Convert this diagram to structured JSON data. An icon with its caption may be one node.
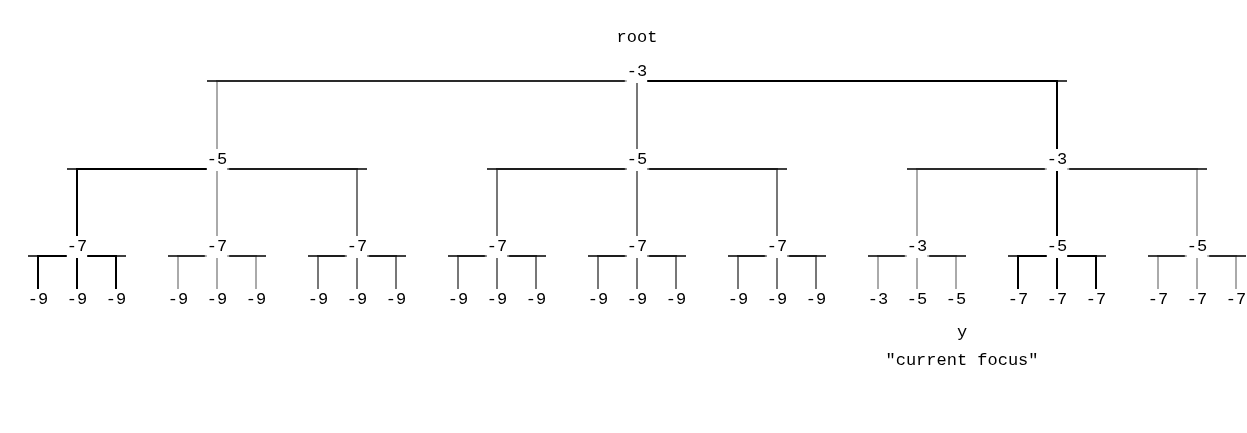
{
  "diagram": {
    "nodes": [
      {
        "text": [
          "root",
          "-3"
        ]
      },
      {
        "text": [
          "-5"
        ]
      },
      {
        "text": [
          "-5"
        ]
      },
      {
        "text": [
          "-3"
        ]
      },
      {
        "text": [
          "-7"
        ]
      },
      {
        "text": [
          "-7"
        ]
      },
      {
        "text": [
          "-7"
        ]
      },
      {
        "text": [
          "-7"
        ]
      },
      {
        "text": [
          "-7"
        ]
      },
      {
        "text": [
          "-7"
        ]
      },
      {
        "text": [
          "-3"
        ]
      },
      {
        "text": [
          "-5"
        ]
      },
      {
        "text": [
          "-5"
        ]
      },
      {
        "text": [
          "-9"
        ]
      },
      {
        "text": [
          "-9"
        ]
      },
      {
        "text": [
          "-9"
        ]
      },
      {
        "text": [
          "-9"
        ]
      },
      {
        "text": [
          "-9"
        ]
      },
      {
        "text": [
          "-9"
        ]
      },
      {
        "text": [
          "-9"
        ]
      },
      {
        "text": [
          "-9"
        ]
      },
      {
        "text": [
          "-9"
        ]
      },
      {
        "text": [
          "-9"
        ]
      },
      {
        "text": [
          "-9"
        ]
      },
      {
        "text": [
          "-9"
        ]
      },
      {
        "text": [
          "-9"
        ]
      },
      {
        "text": [
          "-9"
        ]
      },
      {
        "text": [
          "-9"
        ]
      },
      {
        "text": [
          "-9"
        ]
      },
      {
        "text": [
          "-9"
        ]
      },
      {
        "text": [
          "-9"
        ]
      },
      {
        "text": [
          "-3"
        ]
      },
      {
        "text": [
          "-5"
        ]
      },
      {
        "text": [
          "-5"
        ]
      },
      {
        "text": [
          "-7"
        ]
      },
      {
        "text": [
          "-7"
        ]
      },
      {
        "text": [
          "-7"
        ]
      },
      {
        "text": [
          "-7"
        ]
      },
      {
        "text": [
          "-7"
        ]
      },
      {
        "text": [
          "-7"
        ]
      }
    ],
    "edges": [
      {
        "from": 0,
        "to": 1,
        "arrow": "none",
        "color": "#aaaaaa"
      },
      {
        "from": 0,
        "to": 2,
        "arrow": "none"
      },
      {
        "from": 0,
        "to": 3,
        "arrow": "none",
        "color": "#000000"
      },
      {
        "from": 1,
        "to": 4,
        "arrow": "none",
        "color": "#000000"
      },
      {
        "from": 1,
        "to": 5,
        "arrow": "none",
        "color": "#aaaaaa"
      },
      {
        "from": 1,
        "to": 6,
        "arrow": "none"
      },
      {
        "from": 2,
        "to": 7,
        "arrow": "none"
      },
      {
        "from": 2,
        "to": 8,
        "arrow": "none"
      },
      {
        "from": 2,
        "to": 9,
        "arrow": "none"
      },
      {
        "from": 3,
        "to": 10,
        "arrow": "none",
        "color": "#aaaaaa"
      },
      {
        "from": 3,
        "to": 11,
        "arrow": "none",
        "color": "#000000"
      },
      {
        "from": 3,
        "to": 12,
        "arrow": "none",
        "color": "#aaaaaa"
      },
      {
        "from": 4,
        "to": 13,
        "arrow": "none",
        "color": "#000000"
      },
      {
        "from": 4,
        "to": 14,
        "arrow": "none",
        "color": "#000000"
      },
      {
        "from": 4,
        "to": 15,
        "arrow": "none",
        "color": "#000000"
      },
      {
        "from": 5,
        "to": 16,
        "arrow": "none",
        "color": "#aaaaaa"
      },
      {
        "from": 5,
        "to": 17,
        "arrow": "none",
        "color": "#aaaaaa"
      },
      {
        "from": 5,
        "to": 18,
        "arrow": "none",
        "color": "#aaaaaa"
      },
      {
        "from": 6,
        "to": 19,
        "arrow": "none"
      },
      {
        "from": 6,
        "to": 20,
        "arrow": "none"
      },
      {
        "from": 6,
        "to": 21,
        "arrow": "none"
      },
      {
        "from": 7,
        "to": 22,
        "arrow": "none"
      },
      {
        "from": 7,
        "to": 23,
        "arrow": "none"
      },
      {
        "from": 7,
        "to": 24,
        "arrow": "none"
      },
      {
        "from": 8,
        "to": 25,
        "arrow": "none"
      },
      {
        "from": 8,
        "to": 26,
        "arrow": "none"
      },
      {
        "from": 8,
        "to": 27,
        "arrow": "none"
      },
      {
        "from": 9,
        "to": 28,
        "arrow": "none"
      },
      {
        "from": 9,
        "to": 29,
        "arrow": "none"
      },
      {
        "from": 9,
        "to": 30,
        "arrow": "none"
      },
      {
        "from": 10,
        "to": 31,
        "arrow": "none",
        "color": "#aaaaaa"
      },
      {
        "from": 10,
        "to": 32,
        "arrow": "none",
        "color": "#aaaaaa"
      },
      {
        "from": 10,
        "to": 33,
        "arrow": "none",
        "color": "#aaaaaa"
      },
      {
        "from": 11,
        "to": 34,
        "arrow": "none",
        "color": "#000000"
      },
      {
        "from": 11,
        "to": 35,
        "arrow": "none",
        "color": "#000000"
      },
      {
        "from": 11,
        "to": 36,
        "arrow": "none",
        "color": "#000000"
      },
      {
        "from": 12,
        "to": 37,
        "arrow": "none",
        "color": "#aaaaaa"
      },
      {
        "from": 12,
        "to": 38,
        "arrow": "none",
        "color": "#aaaaaa"
      },
      {
        "from": 12,
        "to": 39,
        "arrow": "none",
        "color": "#aaaaaa"
      }
    ],
    "labels": [
      "y",
      "\"current focus\""
    ]
  }
}
